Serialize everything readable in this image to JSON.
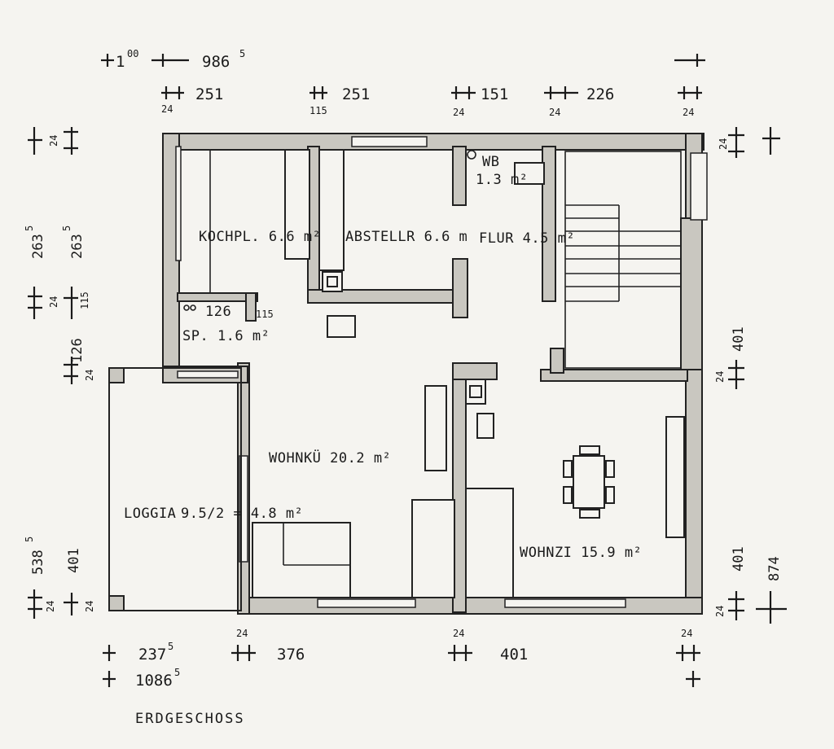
{
  "title": "ERDGESCHOSS",
  "rooms": {
    "kochpl": "KOCHPL. 6.6 m²",
    "abstell": "ABSTELLR 6.6 m",
    "flur": "FLUR 4.5 m²",
    "wb": "WB",
    "wb_area": "1.3 m²",
    "speisekammer_width": "126",
    "speisekammer_note": "115",
    "sp": "SP. 1.6 m²",
    "loggia": "LOGGIA",
    "loggia_area": "9.5/2 = 4.8 m²",
    "wohnkue": "WOHNKÜ 20.2 m²",
    "wohnzi": "WOHNZI 15.9 m²"
  },
  "dimensions": {
    "top_overall_offset": "1",
    "top_overall_offset_sup": "00",
    "top_overall": "986",
    "top_overall_sup": "5",
    "top_segments": [
      "251",
      "251",
      "151",
      "226"
    ],
    "top_walls": [
      "24",
      "115",
      "24",
      "24",
      "24"
    ],
    "left_v1": "24",
    "left_v2": "263",
    "left_v2_sup": "5",
    "left_v3": "263",
    "left_v3_sup": "5",
    "left_v4": "24",
    "left_v5": "115",
    "left_v6": "126",
    "left_v7": "24",
    "left_v8": "538",
    "left_v8_sup": "5",
    "left_v9": "401",
    "left_v10": "24",
    "left_v11": "24",
    "right_v1": "24",
    "right_v2": "401",
    "right_v3": "24",
    "right_v4": "401",
    "right_v5": "874",
    "right_v6": "24",
    "bottom_segments": [
      "237",
      "376",
      "401"
    ],
    "bottom_first_sup": "5",
    "bottom_walls": [
      "24",
      "24",
      "24"
    ],
    "bottom_overall": "1086",
    "bottom_overall_sup": "5"
  }
}
